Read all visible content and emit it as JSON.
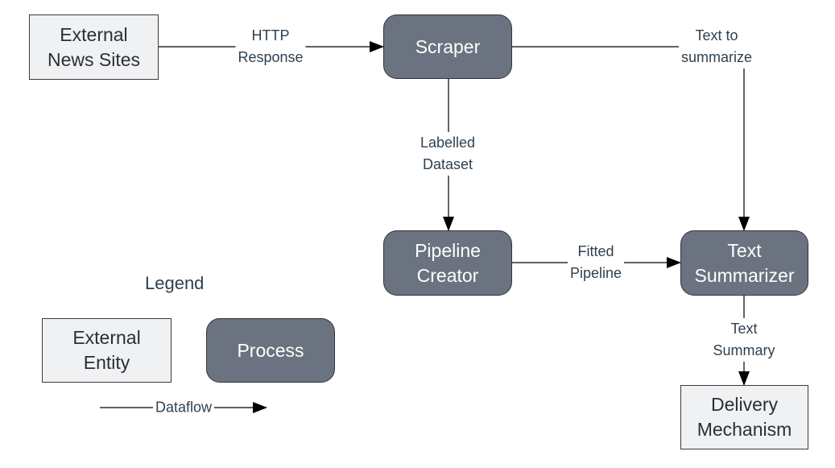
{
  "nodes": {
    "external_news_sites": "External\nNews Sites",
    "scraper": "Scraper",
    "pipeline_creator": "Pipeline\nCreator",
    "text_summarizer": "Text\nSummarizer",
    "delivery_mechanism": "Delivery\nMechanism"
  },
  "flows": {
    "http_response": "HTTP\nResponse",
    "text_to_summarize": "Text to\nsummarize",
    "labelled_dataset": "Labelled\nDataset",
    "fitted_pipeline": "Fitted\nPipeline",
    "text_summary": "Text Summary"
  },
  "legend": {
    "title": "Legend",
    "external_entity": "External\nEntity",
    "process": "Process",
    "dataflow": "Dataflow"
  },
  "colors": {
    "process_fill": "#6b7380",
    "entity_fill": "#f0f1f2",
    "line": "#000000",
    "label_text": "#2f4150"
  }
}
